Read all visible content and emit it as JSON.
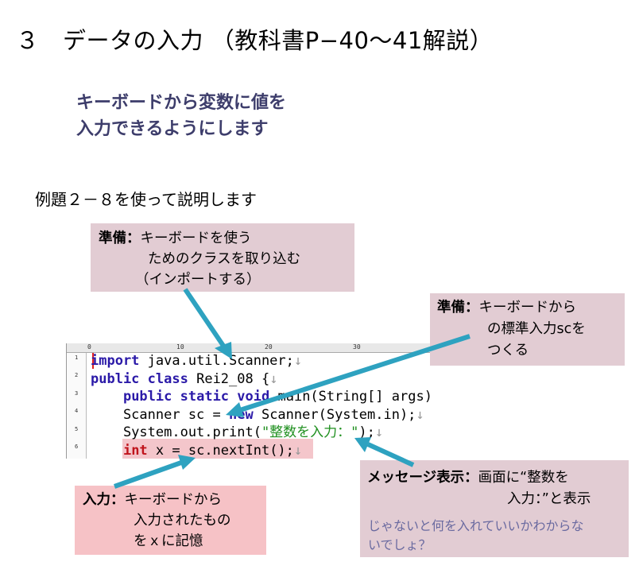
{
  "title": "３　データの入力 （教科書P−40〜41解説）",
  "subtitle": [
    "キーボードから変数に値を",
    "入力できるようにします"
  ],
  "intro": "例題２－８を使って説明します",
  "editor": {
    "ruler_marks": [
      "0",
      "10",
      "20",
      "30"
    ],
    "line_numbers": [
      "1",
      "2",
      "3",
      "4",
      "5",
      "6"
    ],
    "code": {
      "l1_kw": "import",
      "l1_rest": " java.util.Scanner;",
      "l2_kw1": "public",
      "l2_kw2": "class",
      "l2_rest": " Rei2_08 {",
      "l3_indent": "    ",
      "l3_kw1": "public",
      "l3_kw2": "static",
      "l3_kw3": "void",
      "l3_rest": " main(String[] args)  {",
      "l4_a": "    Scanner sc = ",
      "l4_kw": "new",
      "l4_b": " Scanner(System.in);",
      "l5_a": "    System.out.print(",
      "l5_str": "\"整数を入力：\"",
      "l5_b": ");",
      "l6_indent": "    ",
      "l6_kw": "int",
      "l6_rest": " x = sc.nextInt();",
      "cr": "↓"
    }
  },
  "callouts": {
    "import_box": {
      "head": "準備：",
      "line1": "キーボードを使う",
      "line2": "ためのクラスを取り込む",
      "line3": "（インポートする）"
    },
    "scanner_box": {
      "head": "準備：",
      "line1": "キーボードから",
      "line2": "の標準入力scを",
      "line3": "つくる"
    },
    "input_box": {
      "head": "入力：",
      "line1": "キーボードから",
      "line2": "入力されたもの",
      "line3": "をｘに記憶"
    },
    "message_box": {
      "head": "メッセージ表示：",
      "line1": "画面に“整数を",
      "line2": "入力：”と表示",
      "note1": "じゃないと何を入れていいかわからな",
      "note2": "いでしょ？"
    }
  },
  "colors": {
    "arrow": "#2ea2c0",
    "keyword": "#2b1aa8",
    "string": "#1e8f1e",
    "callout": "#e2ccd3",
    "highlight": "#f4c6cb"
  }
}
